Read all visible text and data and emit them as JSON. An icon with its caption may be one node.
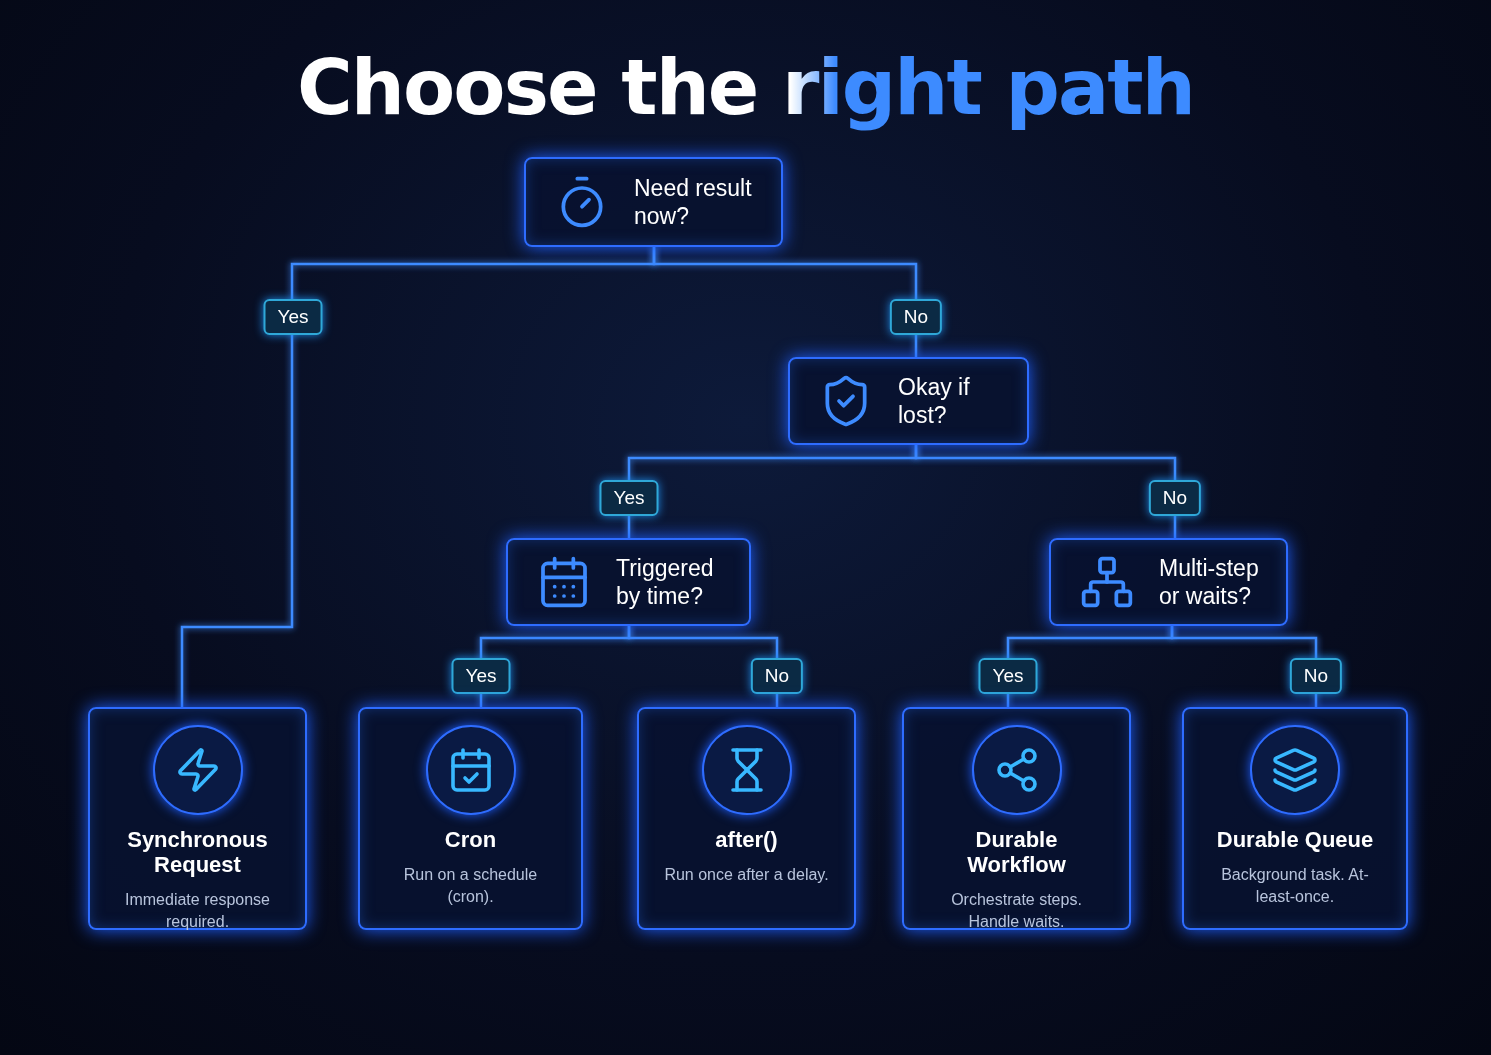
{
  "diagram": {
    "title": "Choose the right path",
    "nodes": [
      {
        "text": [
          "Need result now?"
        ]
      },
      {
        "text": [
          "Okay if lost?"
        ]
      },
      {
        "text": [
          "Triggered by time?"
        ]
      },
      {
        "text": [
          "Multi-step or waits?"
        ]
      },
      {
        "text": [
          "Synchronous Request",
          "Immediate response required."
        ]
      },
      {
        "text": [
          "Cron",
          "Run on a schedule (cron)."
        ]
      },
      {
        "text": [
          "after()",
          "Run once after a delay."
        ]
      },
      {
        "text": [
          "Durable Workflow",
          "Orchestrate steps. Handle waits."
        ]
      },
      {
        "text": [
          "Durable Queue",
          "Background task. At-least-once."
        ]
      }
    ],
    "edges": [
      {
        "from": 0,
        "to": 4,
        "arrow": "none",
        "label": "Yes"
      },
      {
        "from": 0,
        "to": 1,
        "arrow": "none",
        "label": "No"
      },
      {
        "from": 1,
        "to": 2,
        "arrow": "none",
        "label": "Yes"
      },
      {
        "from": 1,
        "to": 3,
        "arrow": "none",
        "label": "No"
      },
      {
        "from": 2,
        "to": 5,
        "arrow": "none",
        "label": "Yes"
      },
      {
        "from": 2,
        "to": 6,
        "arrow": "none",
        "label": "No"
      },
      {
        "from": 3,
        "to": 7,
        "arrow": "none",
        "label": "Yes"
      },
      {
        "from": 3,
        "to": 8,
        "arrow": "none",
        "label": "No"
      }
    ]
  }
}
